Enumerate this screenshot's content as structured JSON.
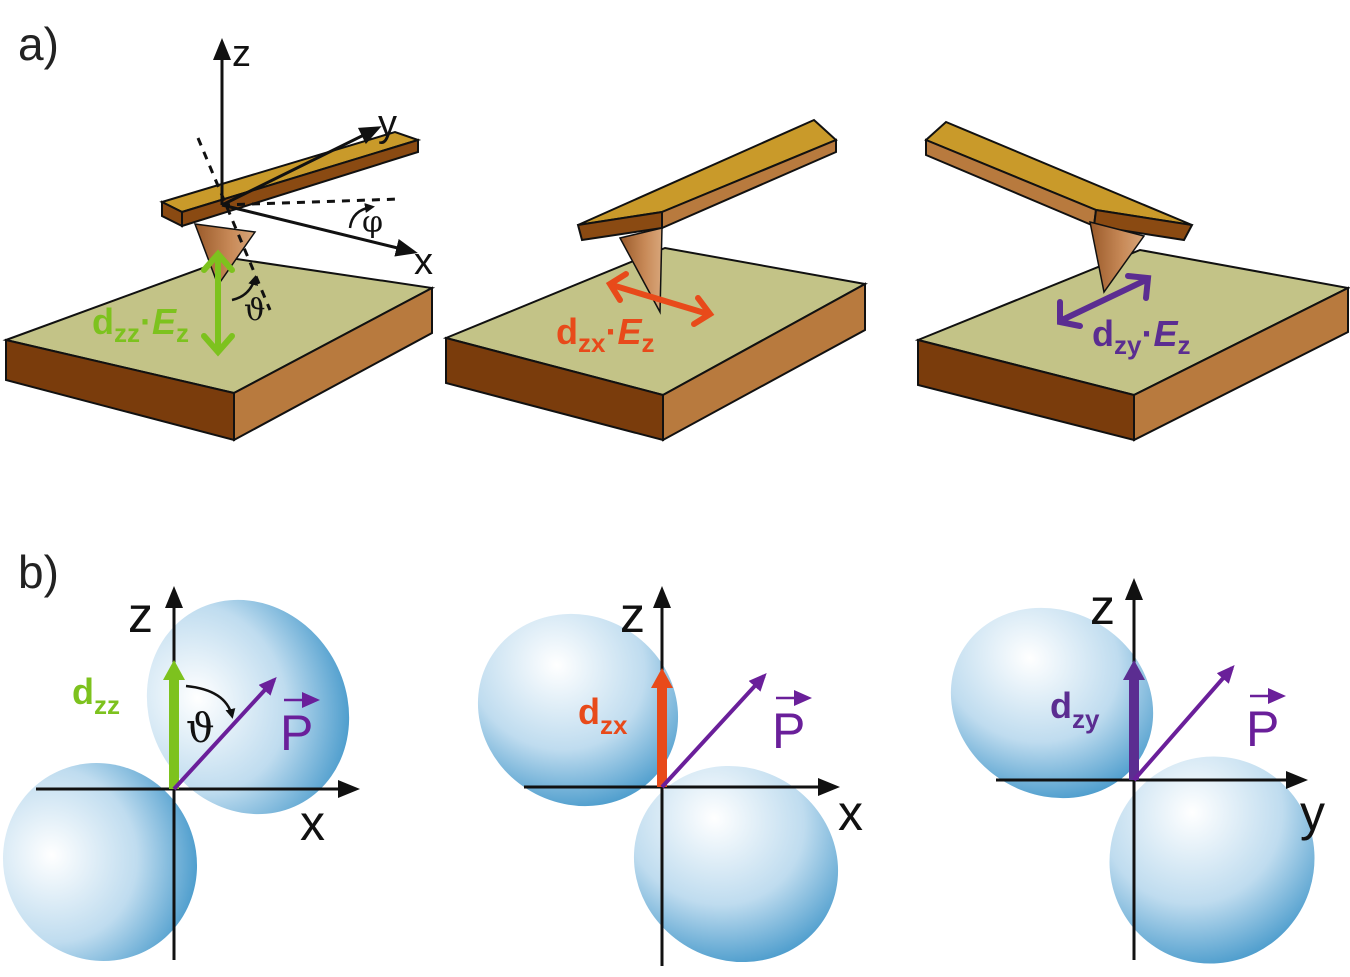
{
  "panels": {
    "a": {
      "label": "a)",
      "axes": {
        "z": "z",
        "y": "y",
        "x": "x"
      },
      "angles": {
        "phi": "φ",
        "theta": "ϑ"
      },
      "modes": [
        {
          "d": "d",
          "d_sub": "zz",
          "sep": "·",
          "e": "E",
          "e_sub": "z",
          "color": "#7dc21e"
        },
        {
          "d": "d",
          "d_sub": "zx",
          "sep": "·",
          "e": "E",
          "e_sub": "z",
          "color": "#e84a1a"
        },
        {
          "d": "d",
          "d_sub": "zy",
          "sep": "·",
          "e": "E",
          "e_sub": "z",
          "color": "#5b2d91"
        }
      ]
    },
    "b": {
      "label": "b)",
      "plots": [
        {
          "vertical": "z",
          "horizontal": "x",
          "d": "d",
          "d_sub": "zz",
          "color": "#7dc21e",
          "theta": "ϑ",
          "p": "P"
        },
        {
          "vertical": "z",
          "horizontal": "x",
          "d": "d",
          "d_sub": "zx",
          "color": "#e84a1a",
          "p": "P"
        },
        {
          "vertical": "z",
          "horizontal": "y",
          "d": "d",
          "d_sub": "zy",
          "color": "#5b2d91",
          "p": "P"
        }
      ]
    }
  },
  "colors": {
    "substrate_top": "#c3c387",
    "substrate_side": "#b87a3e",
    "substrate_dark": "#7a3c0c",
    "cantilever_top": "#c99a2a",
    "cantilever_side": "#8a4a12",
    "tip": "#b87848",
    "lobe": "#9ccbe6",
    "p_vector": "#6a1f9a"
  }
}
